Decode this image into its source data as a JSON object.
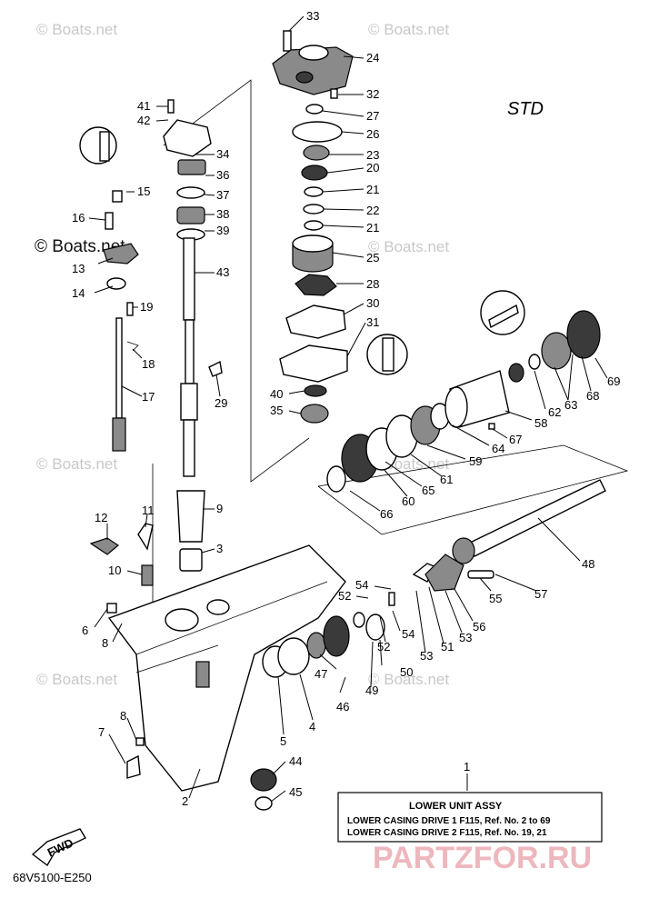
{
  "diagram": {
    "std_label": "STD",
    "code": "68V5100-E250",
    "fwd_label": "FWD",
    "watermark": "© Boats.net",
    "site_watermark": "PARTZFOR.RU",
    "legend": {
      "ref": "1",
      "title": "LOWER UNIT ASSY",
      "line1": "LOWER CASING DRIVE 1 F115,  Ref. No. 2 to 69",
      "line2": "LOWER CASING DRIVE 2 F115,  Ref. No. 19, 21"
    },
    "callouts": [
      "33",
      "24",
      "32",
      "27",
      "26",
      "23",
      "20",
      "21",
      "22",
      "21",
      "25",
      "28",
      "30",
      "31",
      "40",
      "35",
      "41",
      "42",
      "34",
      "36",
      "37",
      "38",
      "39",
      "43",
      "15",
      "16",
      "13",
      "14",
      "19",
      "18",
      "17",
      "29",
      "9",
      "11",
      "12",
      "10",
      "3",
      "6",
      "8",
      "7",
      "8",
      "2",
      "5",
      "4",
      "47",
      "46",
      "49",
      "50",
      "44",
      "45",
      "54",
      "52",
      "54",
      "52",
      "53",
      "51",
      "53",
      "56",
      "55",
      "57",
      "48",
      "60",
      "61",
      "59",
      "65",
      "66",
      "64",
      "67",
      "58",
      "62",
      "63",
      "63",
      "68",
      "69"
    ]
  }
}
